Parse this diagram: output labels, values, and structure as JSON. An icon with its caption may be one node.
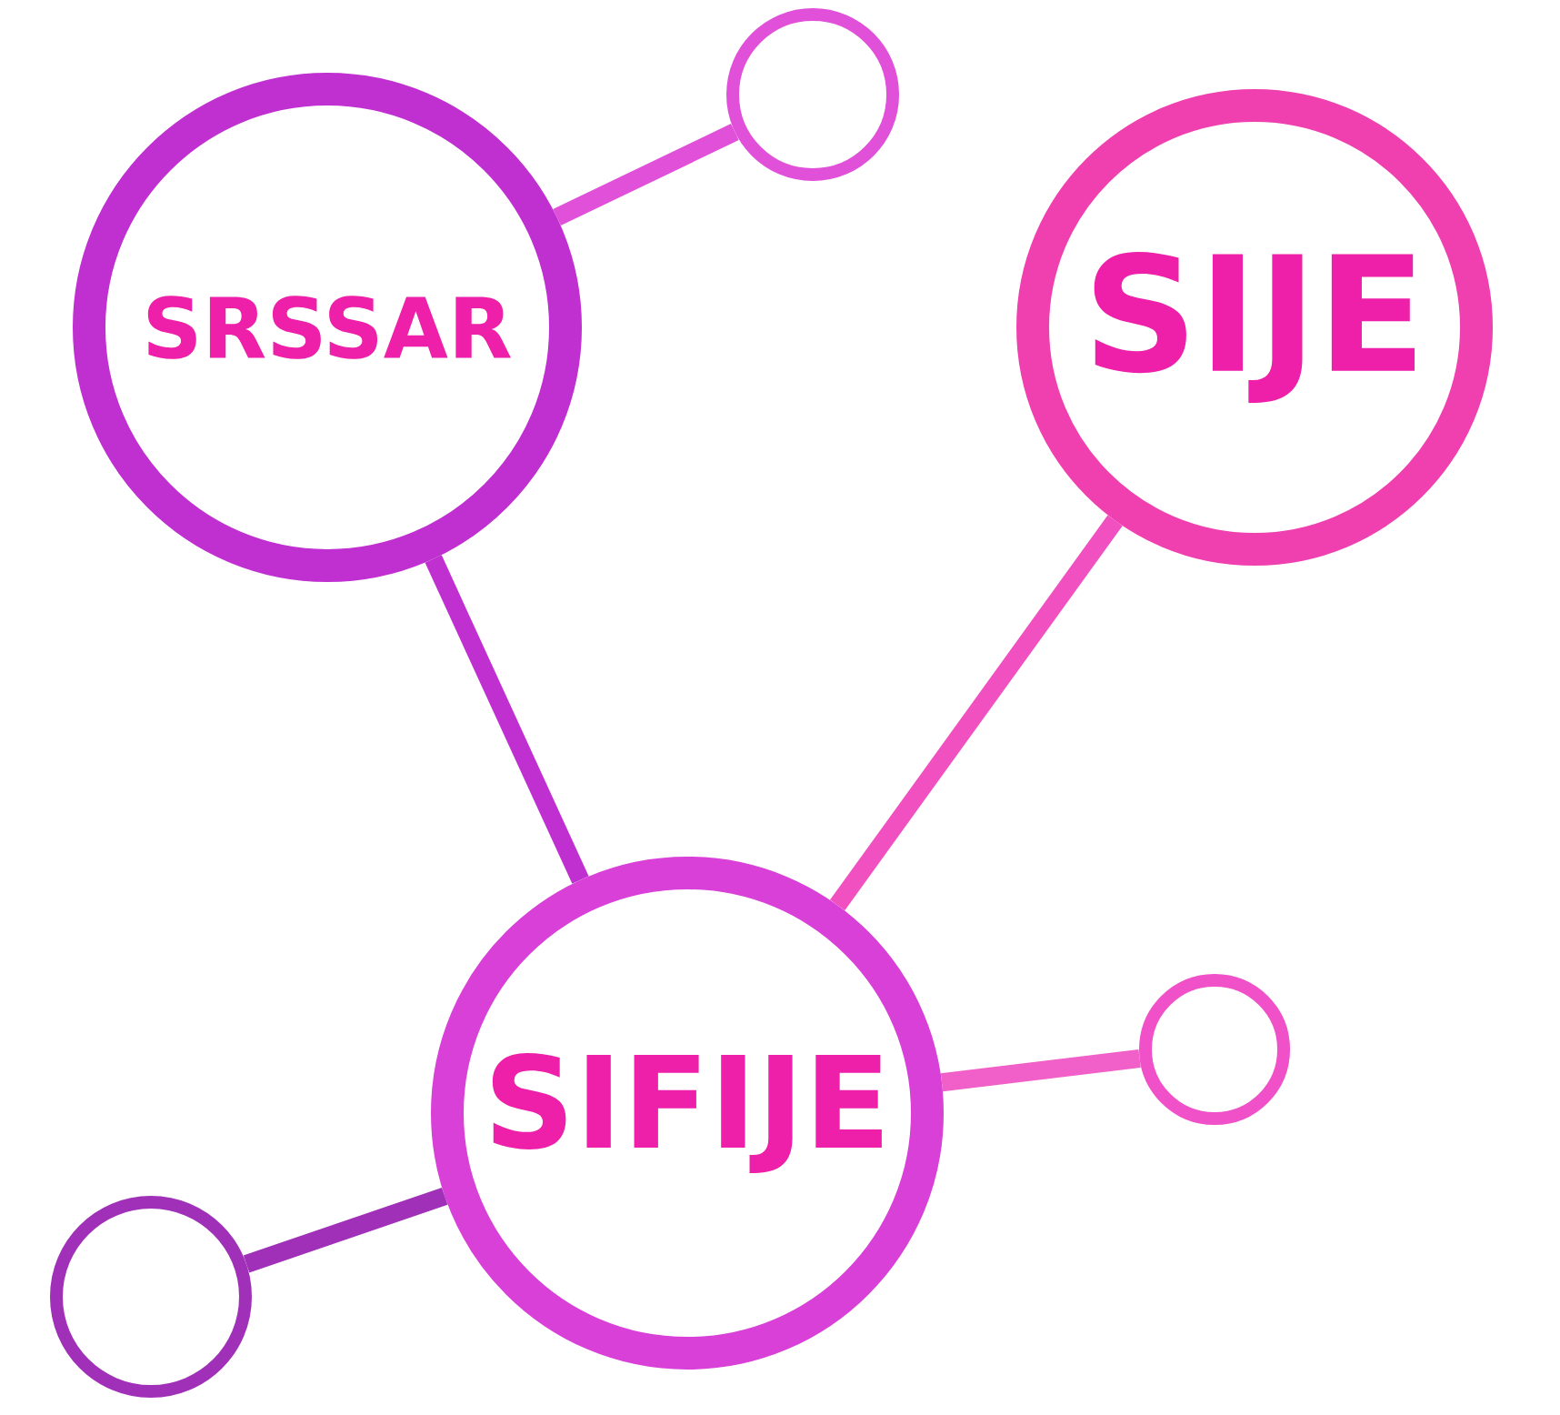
{
  "diagram": {
    "nodes": [
      {
        "text": [
          "SRSSAR"
        ]
      },
      {
        "text": [],
        "shape": "circle"
      },
      {
        "text": [
          "SIJE"
        ]
      },
      {
        "text": [
          "SIFIJE"
        ]
      },
      {
        "text": [],
        "shape": "circle"
      },
      {
        "text": [],
        "shape": "circle"
      }
    ],
    "edges": [
      {
        "from": 0,
        "to": 1,
        "arrow": "none"
      },
      {
        "from": 0,
        "to": 3,
        "arrow": "none"
      },
      {
        "from": 2,
        "to": 3,
        "arrow": "none"
      },
      {
        "from": 3,
        "to": 4,
        "arrow": "none"
      },
      {
        "from": 3,
        "to": 5,
        "arrow": "none"
      }
    ]
  }
}
